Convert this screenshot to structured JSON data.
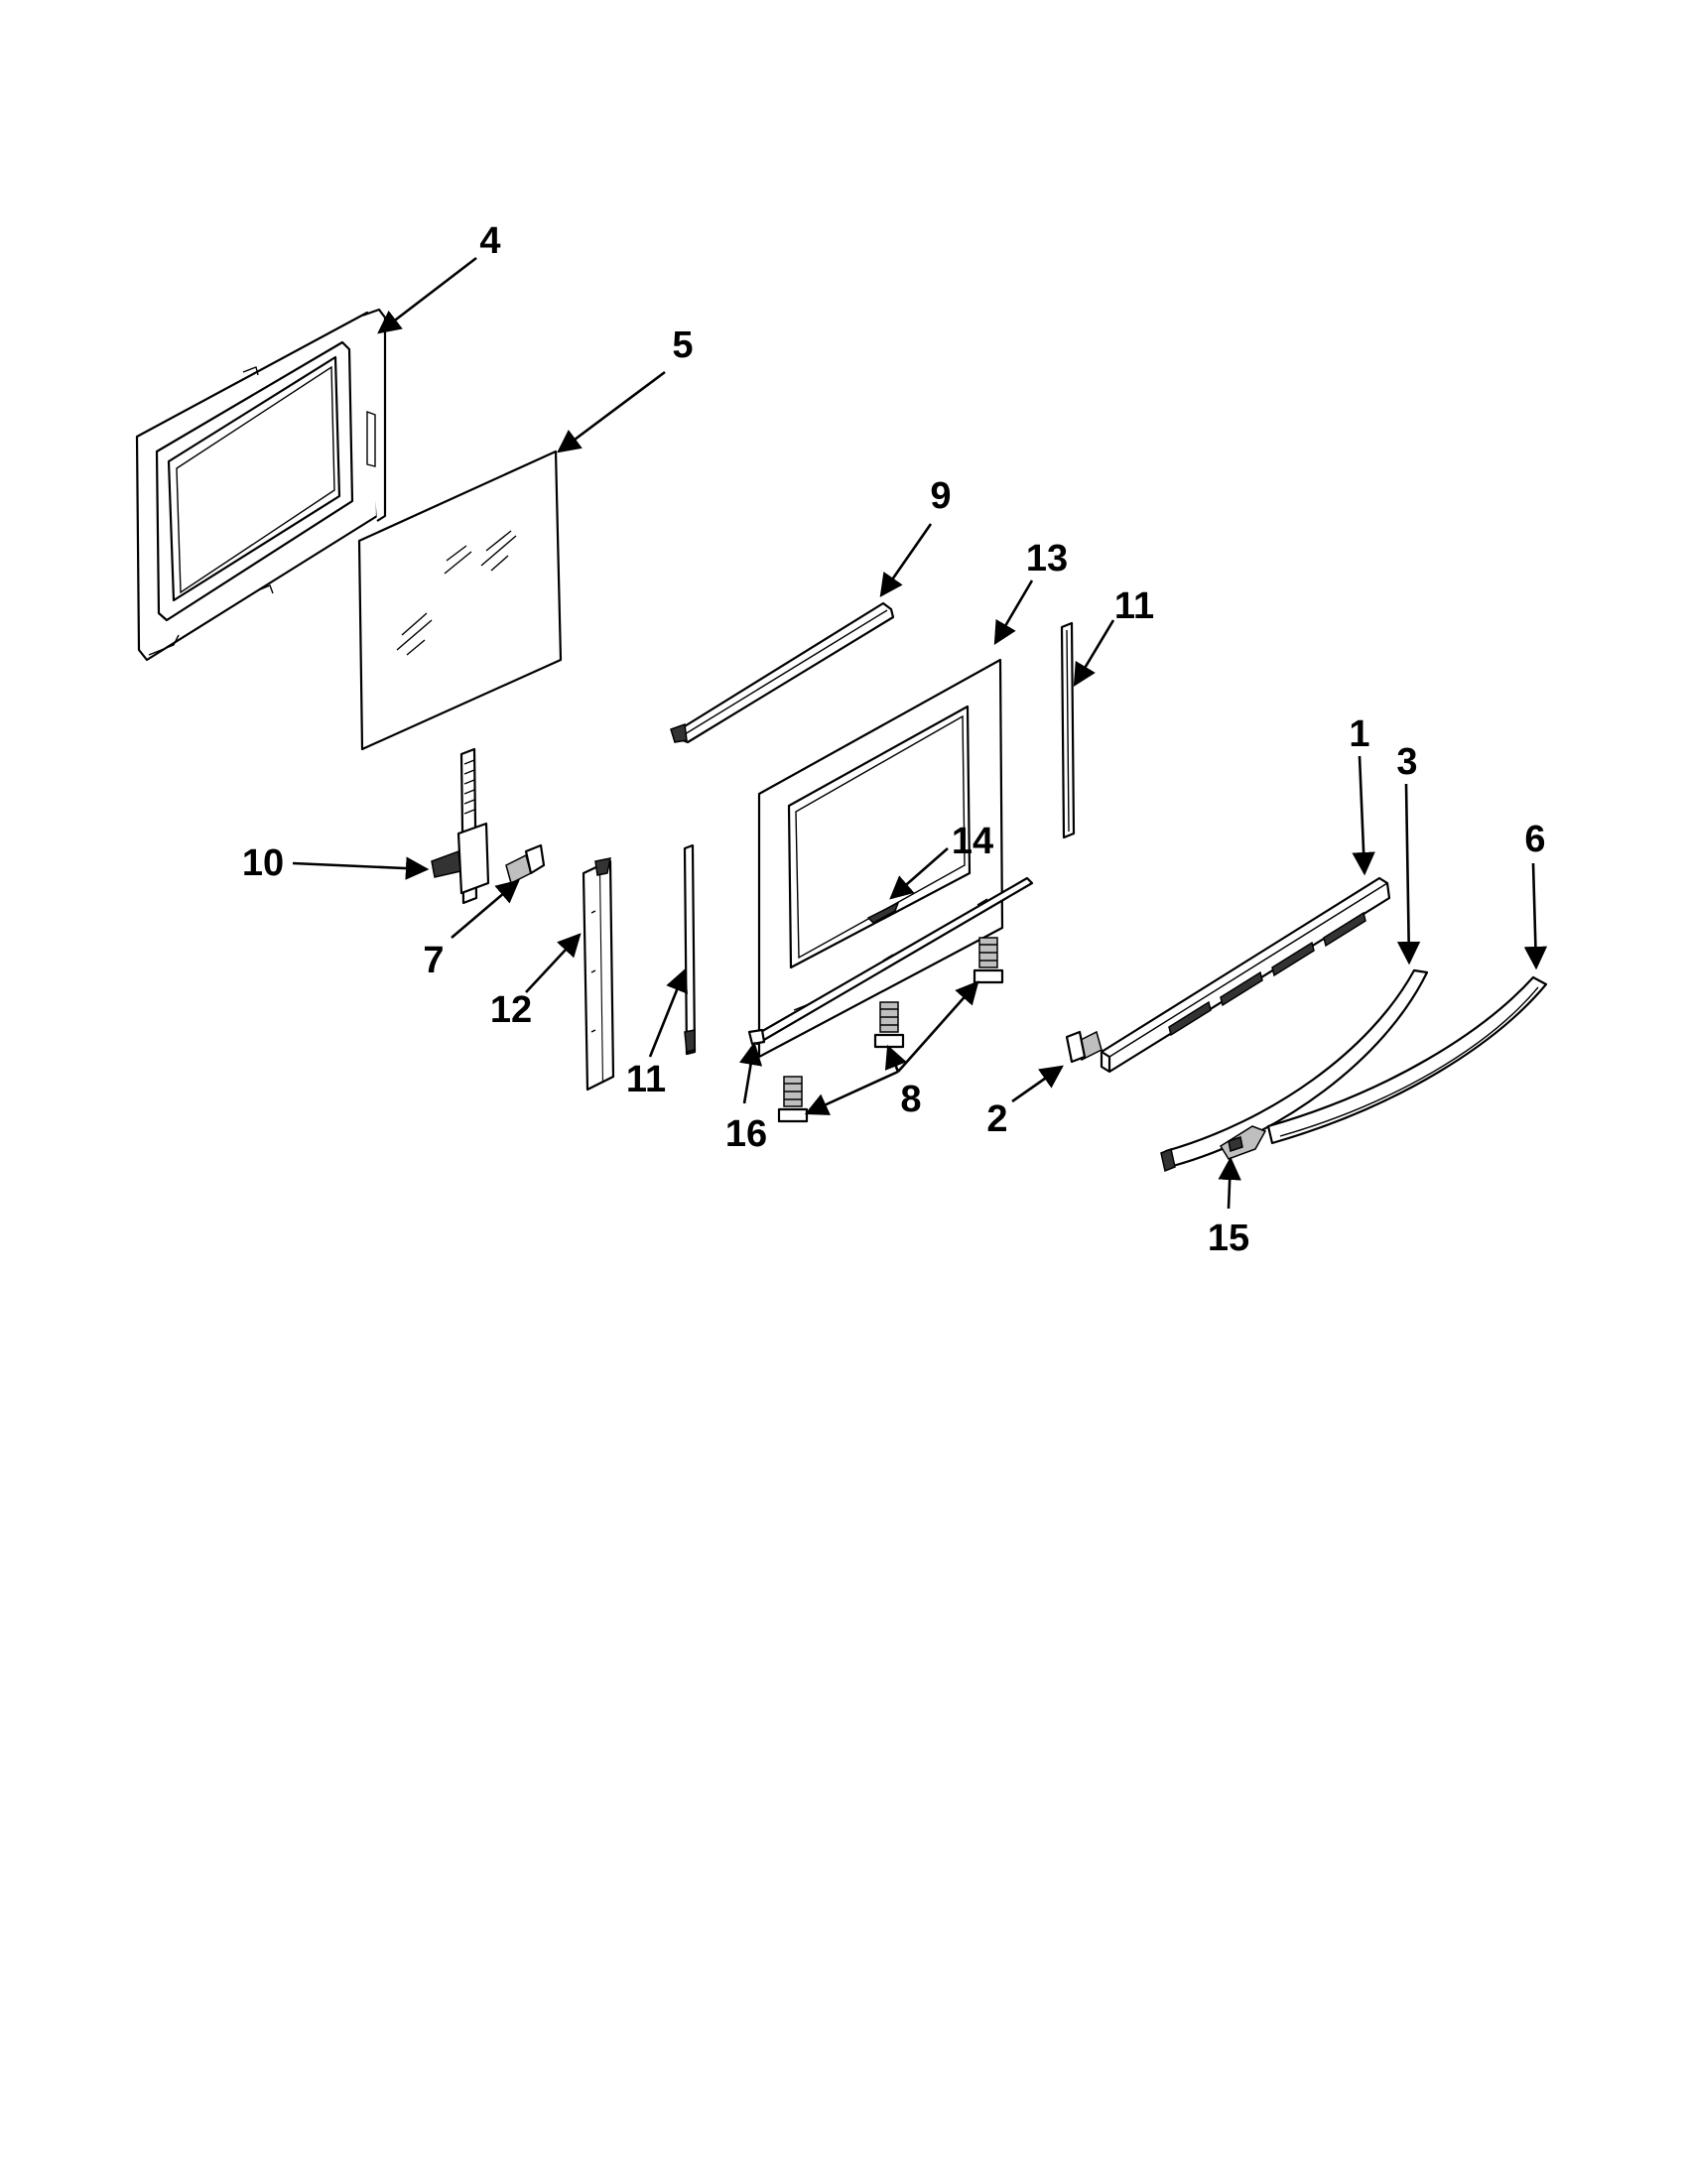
{
  "callouts": {
    "c1": "1",
    "c2": "2",
    "c3": "3",
    "c4": "4",
    "c5": "5",
    "c6": "6",
    "c7": "7",
    "c8": "8",
    "c9": "9",
    "c10": "10",
    "c11a": "11",
    "c11b": "11",
    "c12": "12",
    "c13": "13",
    "c14": "14",
    "c15": "15",
    "c16": "16"
  },
  "colors": {
    "line": "#000000",
    "background": "#ffffff",
    "shading": "#333333"
  }
}
